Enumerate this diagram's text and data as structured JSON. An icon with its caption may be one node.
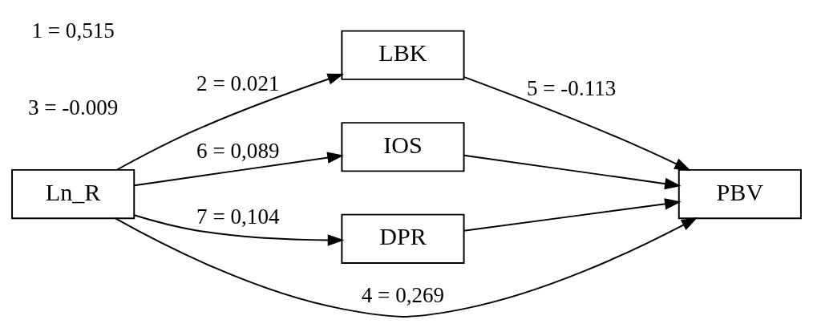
{
  "diagram": {
    "nodes": [
      {
        "text": [
          "Ln_R"
        ]
      },
      {
        "text": [
          "LBK"
        ]
      },
      {
        "text": [
          "IOS"
        ]
      },
      {
        "text": [
          "DPR"
        ]
      },
      {
        "text": [
          "PBV"
        ]
      }
    ],
    "edges": [
      {
        "from": 0,
        "to": 1,
        "arrow": "to",
        "label": "2 = 0.021"
      },
      {
        "from": 0,
        "to": 2,
        "arrow": "to",
        "label": "6 = 0,089"
      },
      {
        "from": 0,
        "to": 3,
        "arrow": "to",
        "label": "7 = 0,104"
      },
      {
        "from": 1,
        "to": 4,
        "arrow": "to",
        "label": "5 = -0.113"
      },
      {
        "from": 2,
        "to": 4,
        "arrow": "to"
      },
      {
        "from": 3,
        "to": 4,
        "arrow": "to"
      },
      {
        "from": 0,
        "to": 4,
        "arrow": "to",
        "label": "4 = 0,269"
      }
    ],
    "labels": [
      "3 = -0.009",
      "1 = 0,515"
    ]
  }
}
